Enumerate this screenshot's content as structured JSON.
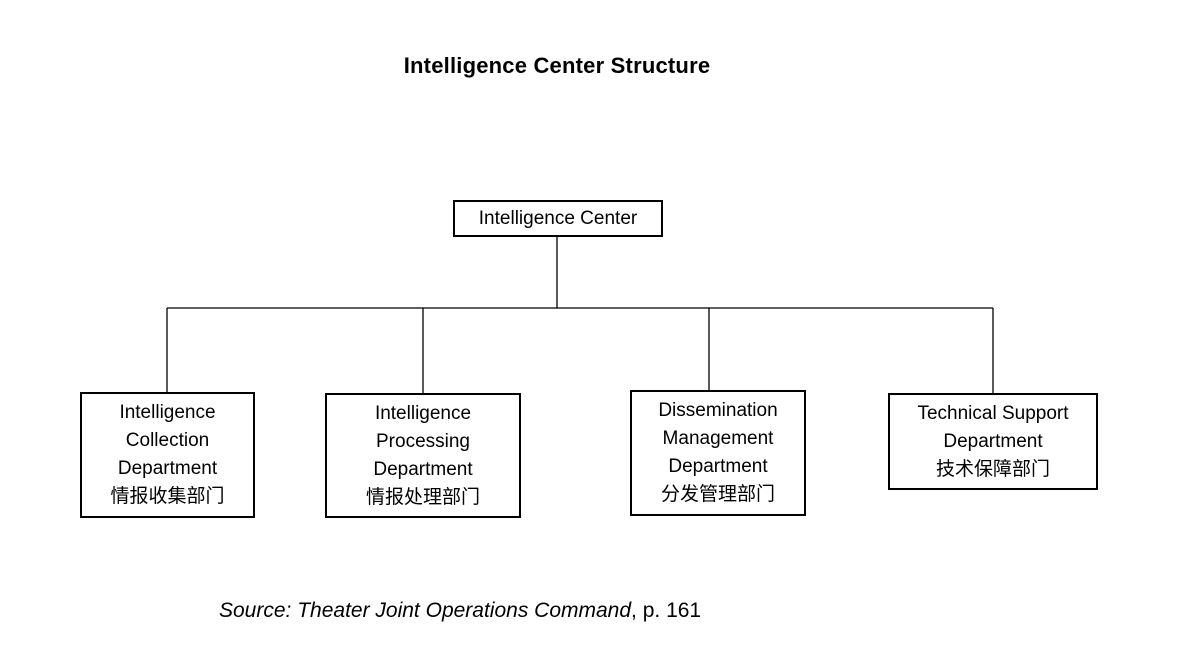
{
  "title": "Intelligence Center Structure",
  "colors": {
    "background": "#ffffff",
    "text": "#000000",
    "line": "#000000"
  },
  "root": {
    "label": "Intelligence Center"
  },
  "departments": [
    {
      "name_lines": [
        "Intelligence",
        "Collection",
        "Department"
      ],
      "chinese": "情报收集部门"
    },
    {
      "name_lines": [
        "Intelligence",
        "Processing",
        "Department"
      ],
      "chinese": "情报处理部门"
    },
    {
      "name_lines": [
        "Dissemination",
        "Management",
        "Department"
      ],
      "chinese": "分发管理部门"
    },
    {
      "name_lines": [
        "Technical Support",
        "Department"
      ],
      "chinese": "技术保障部门"
    }
  ],
  "source": {
    "citation_italic": "Source: Theater Joint Operations Command",
    "citation_regular": ", p. 161"
  }
}
